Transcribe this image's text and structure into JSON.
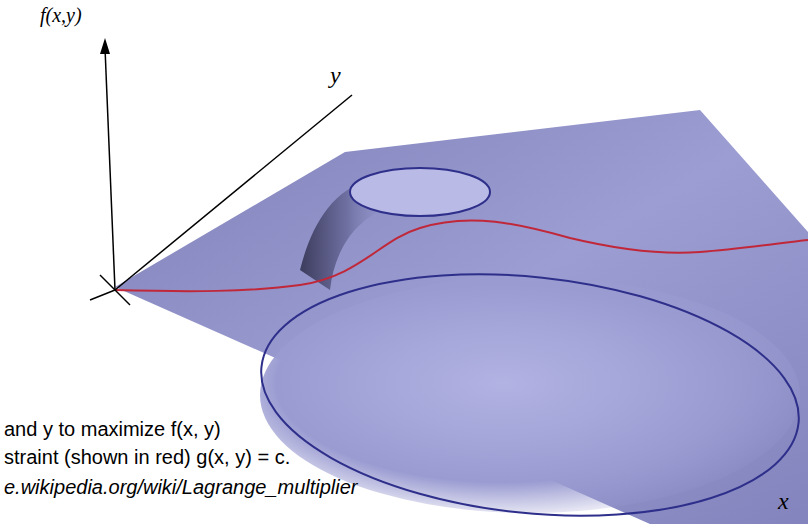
{
  "diagram": {
    "labels": [
      "f(x,y)",
      "y",
      "x",
      "and y to maximize f(x, y)",
      "straint (shown in red) g(x, y) = c.",
      "e.wikipedia.org/wiki/Lagrange_multiplier"
    ]
  }
}
